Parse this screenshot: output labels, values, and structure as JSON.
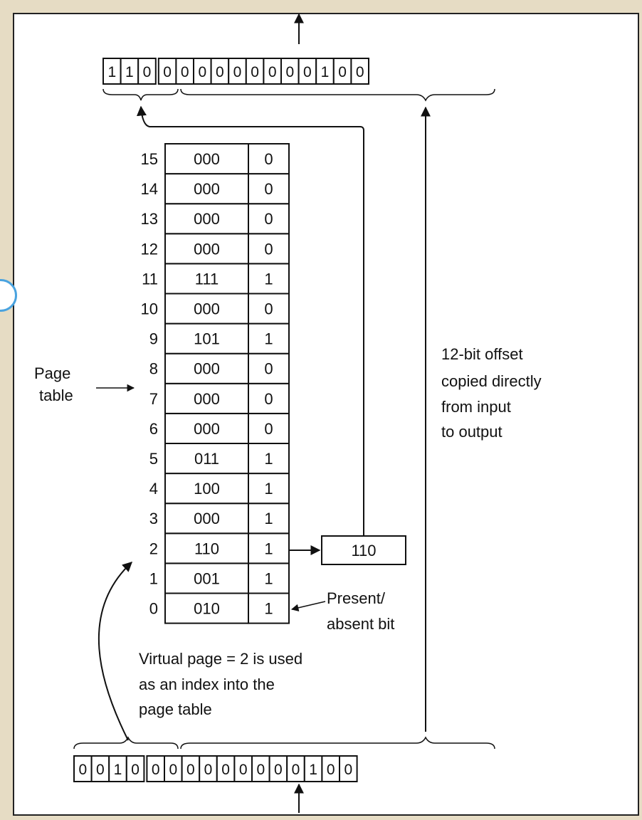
{
  "output_bits": [
    "1",
    "1",
    "0",
    "0",
    "0",
    "0",
    "0",
    "0",
    "0",
    "0",
    "0",
    "0",
    "1",
    "0",
    "0"
  ],
  "input_bits": [
    "0",
    "0",
    "1",
    "0",
    "0",
    "0",
    "0",
    "0",
    "0",
    "0",
    "0",
    "0",
    "0",
    "1",
    "0",
    "0"
  ],
  "page_table": [
    {
      "index": "0",
      "frame": "010",
      "present": "1"
    },
    {
      "index": "1",
      "frame": "001",
      "present": "1"
    },
    {
      "index": "2",
      "frame": "110",
      "present": "1"
    },
    {
      "index": "3",
      "frame": "000",
      "present": "1"
    },
    {
      "index": "4",
      "frame": "100",
      "present": "1"
    },
    {
      "index": "5",
      "frame": "011",
      "present": "1"
    },
    {
      "index": "6",
      "frame": "000",
      "present": "0"
    },
    {
      "index": "7",
      "frame": "000",
      "present": "0"
    },
    {
      "index": "8",
      "frame": "000",
      "present": "0"
    },
    {
      "index": "9",
      "frame": "101",
      "present": "1"
    },
    {
      "index": "10",
      "frame": "000",
      "present": "0"
    },
    {
      "index": "11",
      "frame": "111",
      "present": "1"
    },
    {
      "index": "12",
      "frame": "000",
      "present": "0"
    },
    {
      "index": "13",
      "frame": "000",
      "present": "0"
    },
    {
      "index": "14",
      "frame": "000",
      "present": "0"
    },
    {
      "index": "15",
      "frame": "000",
      "present": "0"
    }
  ],
  "selected_frame": "110",
  "labels": {
    "page_table": [
      "Page",
      "table"
    ],
    "offset_note": [
      "12-bit offset",
      "copied directly",
      "from input",
      "to output"
    ],
    "present_bit": [
      "Present/",
      "absent bit"
    ],
    "virtual_page_note": [
      "Virtual page = 2 is used",
      "as an index into the",
      "page table"
    ]
  }
}
